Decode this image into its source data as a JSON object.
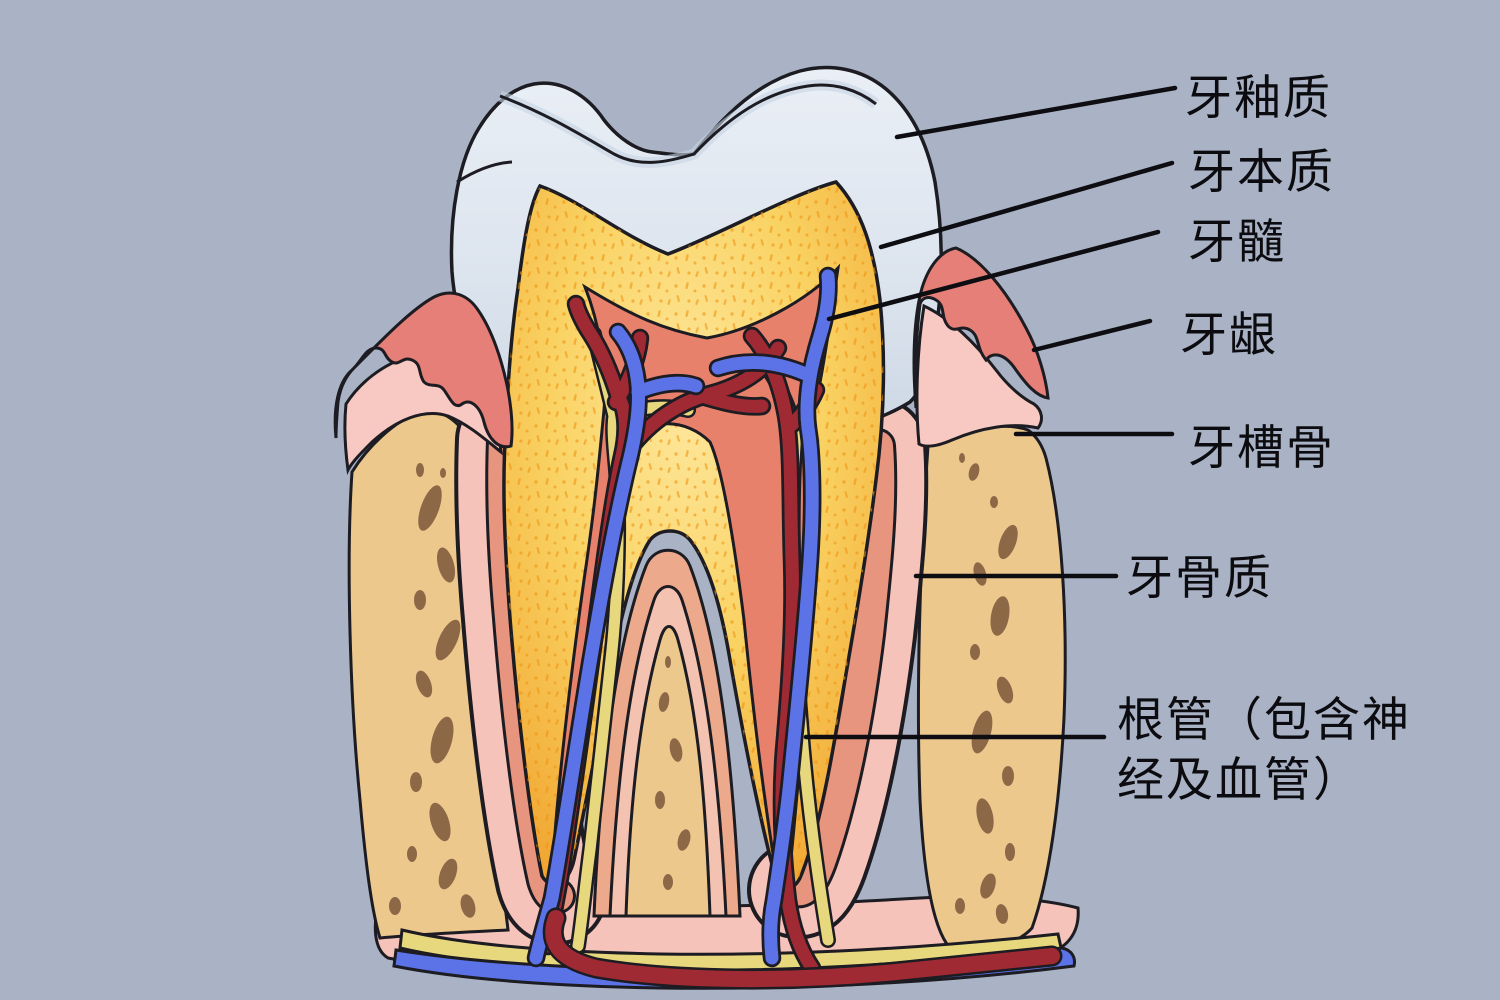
{
  "diagram": {
    "description": "牙齿纵剖面解剖结构图",
    "labels": [
      {
        "id": "enamel",
        "text": "牙釉质"
      },
      {
        "id": "dentin",
        "text": "牙本质"
      },
      {
        "id": "pulp",
        "text": "牙髓"
      },
      {
        "id": "gingiva",
        "text": "牙龈"
      },
      {
        "id": "alveolar_bone",
        "text": "牙槽骨"
      },
      {
        "id": "cementum",
        "text": "牙骨质"
      },
      {
        "id": "root_canal",
        "text": "根管（包含神\n经及血管）",
        "full_text": "根管（包含神经及血管）"
      }
    ]
  },
  "colors": {
    "background": "#a9b3c5",
    "outline": "#1c1c22",
    "label_text": "#0c0c10",
    "leader_line": "#0d0d12",
    "enamel": "#dde5ef",
    "enamel_shade": "#c7d3e2",
    "dentin": "#f8cd58",
    "dentin_speckle": "#ef9414",
    "pulp": "#e8816b",
    "artery": "#a02a33",
    "vein": "#5b73e6",
    "nerve": "#e7d87e",
    "gum": "#e57f77",
    "gum_inner": "#f7c9c2",
    "ligament": "#f5c3ba",
    "cementum_band": "#e8957f",
    "bone": "#ecc88d",
    "bone_spot": "#8d6847",
    "furcation_outer": "#eda98b",
    "furcation_inner": "#f4c2b0"
  }
}
